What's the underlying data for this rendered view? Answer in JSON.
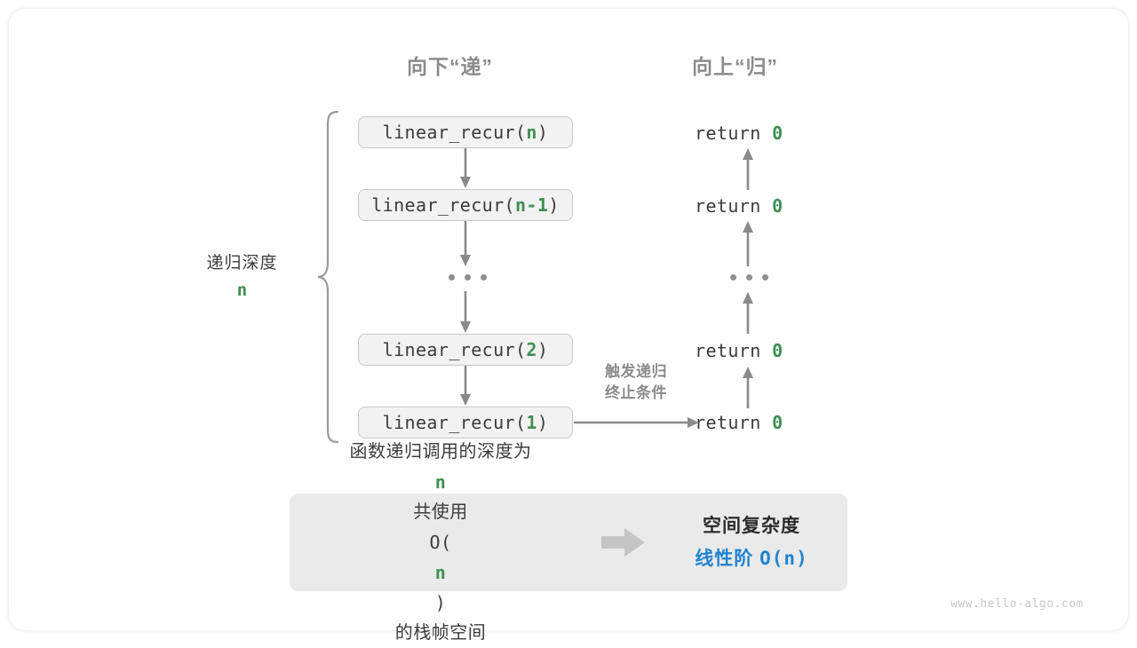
{
  "headings": {
    "down": "向下“递”",
    "up": "向上“归”"
  },
  "calls": [
    {
      "prefix": "linear_recur(",
      "arg": "n",
      "suffix": ")"
    },
    {
      "prefix": "linear_recur(",
      "arg": "n-1",
      "suffix": ")"
    },
    {
      "prefix": "linear_recur(",
      "arg": "2",
      "suffix": ")"
    },
    {
      "prefix": "linear_recur(",
      "arg": "1",
      "suffix": ")"
    }
  ],
  "returns": [
    {
      "keyword": "return ",
      "value": "0"
    },
    {
      "keyword": "return ",
      "value": "0"
    },
    {
      "keyword": "return ",
      "value": "0"
    },
    {
      "keyword": "return ",
      "value": "0"
    }
  ],
  "ellipsis": "…",
  "depth": {
    "label": "递归深度",
    "value": "n"
  },
  "trigger": {
    "line1": "触发递归",
    "line2": "终止条件"
  },
  "summary": {
    "left_line1_a": "函数递归调用的深度为 ",
    "left_line1_n": "n",
    "left_line2_a": "共使用 ",
    "left_line2_o": "O(",
    "left_line2_n": "n",
    "left_line2_c": ")",
    "left_line2_b": " 的栈帧空间",
    "right_title": "空间复杂度",
    "right_value_label": "线性阶 ",
    "right_value_expr_a": "O(",
    "right_value_expr_n": "n",
    "right_value_expr_b": ")"
  },
  "watermark": "www.hello-algo.com",
  "colors": {
    "green": "#3f8f54",
    "blue": "#1f83d0",
    "gray_text": "#8c8c8c",
    "dark_text": "#3c3c3c",
    "box_fill": "#f2f2f2",
    "box_border": "#c9c9c9",
    "panel_fill": "#eaeaea",
    "arrow": "#8a8a8a",
    "watermark": "#c8c8c8"
  }
}
